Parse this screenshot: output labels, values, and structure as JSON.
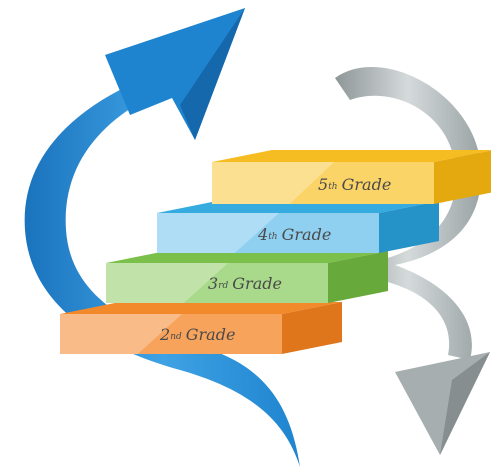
{
  "steps": [
    {
      "num": "2",
      "suffix": "nd",
      "word": "Grade",
      "front": "#f7a35c",
      "top": "#f28a2c",
      "side": "#e0761c"
    },
    {
      "num": "3",
      "suffix": "rd",
      "word": "Grade",
      "front": "#a9d98a",
      "top": "#7cc04c",
      "side": "#68a93c"
    },
    {
      "num": "4",
      "suffix": "th",
      "word": "Grade",
      "front": "#8fd0f1",
      "top": "#35abe0",
      "side": "#2592c8"
    },
    {
      "num": "5",
      "suffix": "th",
      "word": "Grade",
      "front": "#fbd467",
      "top": "#f6bd22",
      "side": "#e3a90f"
    }
  ],
  "colors": {
    "blue_arrow": "#1e84cf",
    "blue_arrow_light": "#47a8e6",
    "gray_arrow": "#9aa3a5",
    "gray_arrow_light": "#c9cfd1"
  }
}
